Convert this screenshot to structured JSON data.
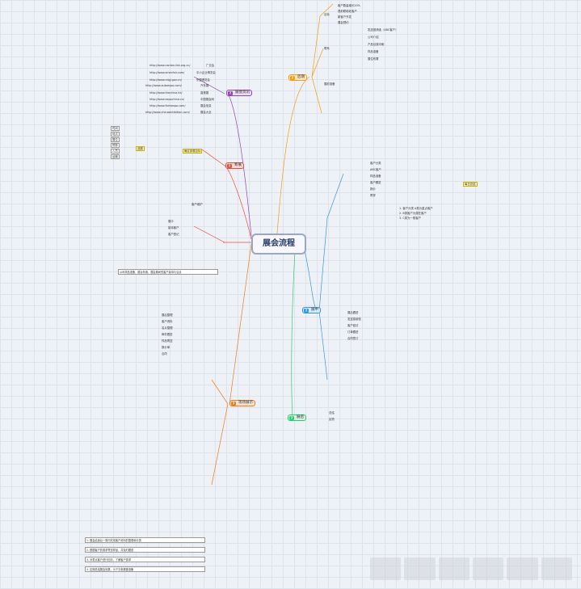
{
  "center": {
    "title": "展会流程"
  },
  "branches": {
    "chouzhan": {
      "badge": "?",
      "title": "筹展",
      "color": "#e74c3c"
    },
    "zhanhui": {
      "badge": "?",
      "title": "展会资讯",
      "color": "#8e44ad"
    },
    "zhanchang": {
      "badge": "?",
      "title": "现场展示",
      "color": "#e67e22"
    },
    "kaizhan": {
      "badge": "?",
      "title": "展中",
      "color": "#3498db"
    },
    "chezhan": {
      "badge": "?",
      "title": "展后",
      "color": "#2ecc71"
    },
    "houqi": {
      "badge": "?",
      "title": "后期",
      "color": "#f39c12"
    }
  },
  "right_top": {
    "left_items": [
      "目标",
      "联系",
      "展前准备"
    ],
    "goal_items": [
      "客户数量增长20%",
      "提前联络老客户",
      "新客户开发",
      "展会预约"
    ],
    "prep_items": [
      "发送邀请函（ABC客户）",
      "公司介绍",
      "产品目录印刷",
      "样品准备",
      "展位布置"
    ]
  },
  "left_top": {
    "links": [
      "http://www.canton-fair.org.cn/",
      "http://www.smecfair.com/",
      "http://www.cdgj.gov.cn/",
      "http://www.autoexpo.com/",
      "http://www.thechina.hk/",
      "http://www.expochina.cn/",
      "http://www.fairsexpo.com/",
      "http://www.chinaexhibition.com/"
    ],
    "link_labels": [
      "广交会",
      "中小企业博览会",
      "东盟博览会",
      "汽车展",
      "香港展",
      "中国展会网",
      "展会信息",
      "展会大全"
    ]
  },
  "left_mid": {
    "sub": [
      "时间",
      "地点",
      "展位",
      "预算",
      "人员",
      "运输"
    ],
    "goal": "确定参展目标",
    "sel": "选展"
  },
  "left_center": {
    "nodes": [
      "客户维护",
      "展中",
      "接待客户",
      "客户登记"
    ],
    "text": "公司样品准备，展台布置，展会期间的客户接待与洽谈"
  },
  "right_mid": {
    "items": [
      "客户分类",
      "ABC客户",
      "样品准备",
      "客户跟进",
      "报价",
      "寄样"
    ],
    "header": "每日总结",
    "notes": [
      "1. 客户分类 A类为重点客户",
      "2. B类客户为潜在客户",
      "3. C类为一般客户"
    ]
  },
  "right_low": {
    "items": [
      "展后跟进",
      "发送感谢信",
      "客户回访",
      "订单跟进",
      "合同签订"
    ],
    "final": [
      "总结",
      "反馈"
    ]
  },
  "left_low": {
    "items": [
      "展后整理",
      "客户资料",
      "名片整理",
      "邮件跟进",
      "样品寄送",
      "报价单",
      "合同"
    ],
    "notes": [
      "1. 展会结束后一周内完成客户资料的整理和分类",
      "2. 根据客户的需求寄送样品，并及时跟进",
      "3. 对重点客户进行回访，了解客户需求",
      "4. 定期总结展会效果，为下次参展做准备"
    ]
  },
  "watermark": {}
}
